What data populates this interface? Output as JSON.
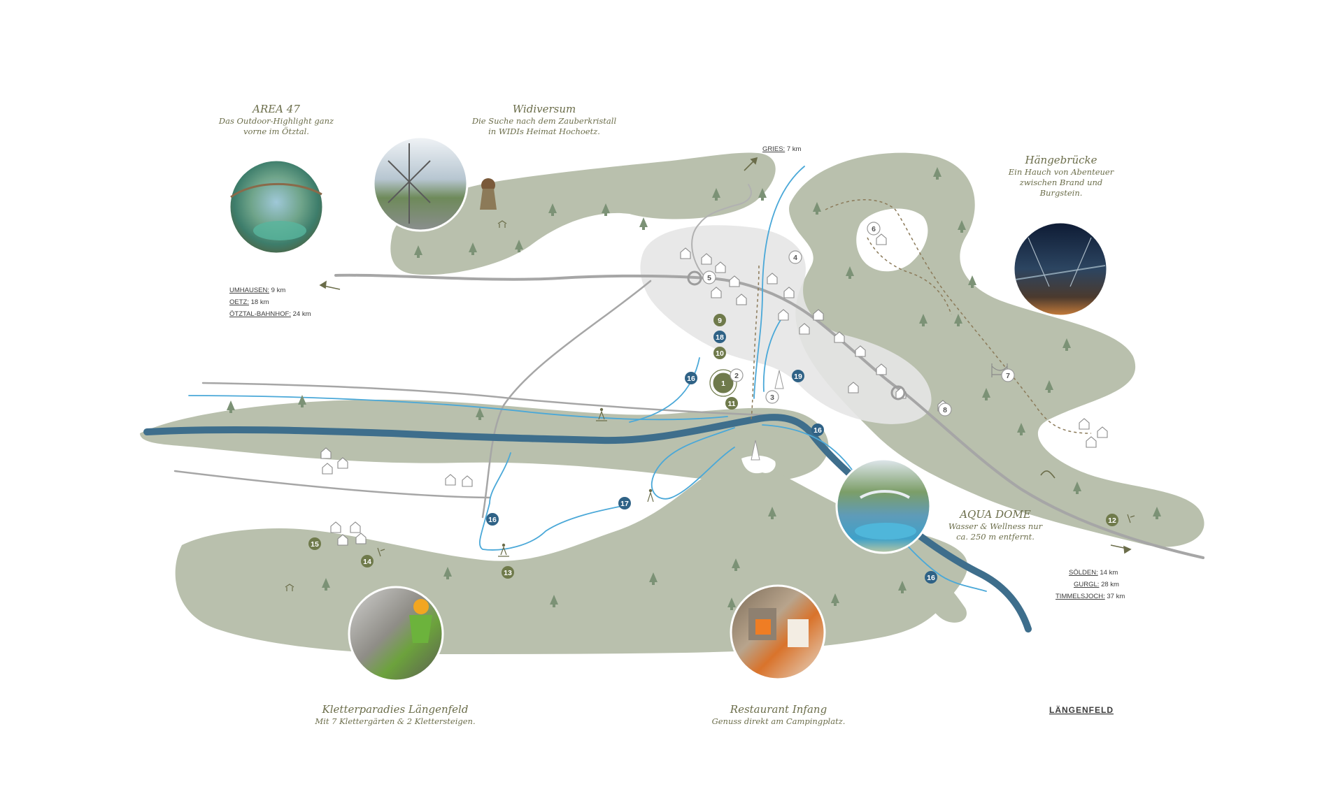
{
  "colors": {
    "land": "#b9c0ad",
    "river": "#3e6e8c",
    "stream": "#4aa8d8",
    "road": "#a6a6a6",
    "village": "#e5e5e5",
    "pin_green": "#6f7a4b",
    "pin_blue": "#2f6286",
    "tree": "#7c9276"
  },
  "highlights": {
    "area47": {
      "title": "AREA 47",
      "line1": "Das Outdoor-Highlight ganz",
      "line2": "vorne im Ötztal."
    },
    "widiversum": {
      "title": "Widiversum",
      "line1": "Die Suche nach dem Zauberkristall",
      "line2": "in WIDIs Heimat Hochoetz."
    },
    "haengebruecke": {
      "title": "Hängebrücke",
      "line1": "Ein Hauch von Abenteuer",
      "line2": "zwischen Brand und",
      "line3": "Burgstein."
    },
    "aquadome": {
      "title": "AQUA DOME",
      "line1": "Wasser & Wellness nur",
      "line2": "ca. 250 m entfernt."
    },
    "kletterparadies": {
      "title": "Kletterparadies Längenfeld",
      "line1": "Mit 7 Klettergärten & 2 Klettersteigen."
    },
    "restaurant": {
      "title": "Restaurant Infang",
      "line1": "Genuss direkt am Campingplatz."
    }
  },
  "distances_west": [
    {
      "name": "UMHAUSEN:",
      "value": "9 km"
    },
    {
      "name": "OETZ:",
      "value": "18 km"
    },
    {
      "name": "ÖTZTAL-BAHNHOF:",
      "value": "24 km"
    }
  ],
  "distance_north": {
    "name": "GRIES:",
    "value": "7 km"
  },
  "distances_east": [
    {
      "name": "SÖLDEN:",
      "value": "14 km"
    },
    {
      "name": "GURGL:",
      "value": "28 km"
    },
    {
      "name": "TIMMELSJOCH:",
      "value": "37 km"
    }
  ],
  "place_label": "LÄNGENFELD",
  "markers": [
    {
      "label": "1",
      "style": "green-large"
    },
    {
      "label": "2",
      "style": "outline"
    },
    {
      "label": "3",
      "style": "outline"
    },
    {
      "label": "4",
      "style": "outline"
    },
    {
      "label": "5",
      "style": "outline"
    },
    {
      "label": "6",
      "style": "outline"
    },
    {
      "label": "7",
      "style": "outline"
    },
    {
      "label": "8",
      "style": "outline"
    },
    {
      "label": "9",
      "style": "green"
    },
    {
      "label": "10",
      "style": "green"
    },
    {
      "label": "11",
      "style": "green"
    },
    {
      "label": "12",
      "style": "green"
    },
    {
      "label": "13",
      "style": "green"
    },
    {
      "label": "14",
      "style": "green"
    },
    {
      "label": "15",
      "style": "green"
    },
    {
      "label": "16",
      "style": "blue"
    },
    {
      "label": "16",
      "style": "blue"
    },
    {
      "label": "16",
      "style": "blue"
    },
    {
      "label": "16",
      "style": "blue"
    },
    {
      "label": "17",
      "style": "blue"
    },
    {
      "label": "18",
      "style": "blue"
    },
    {
      "label": "19",
      "style": "blue"
    }
  ]
}
